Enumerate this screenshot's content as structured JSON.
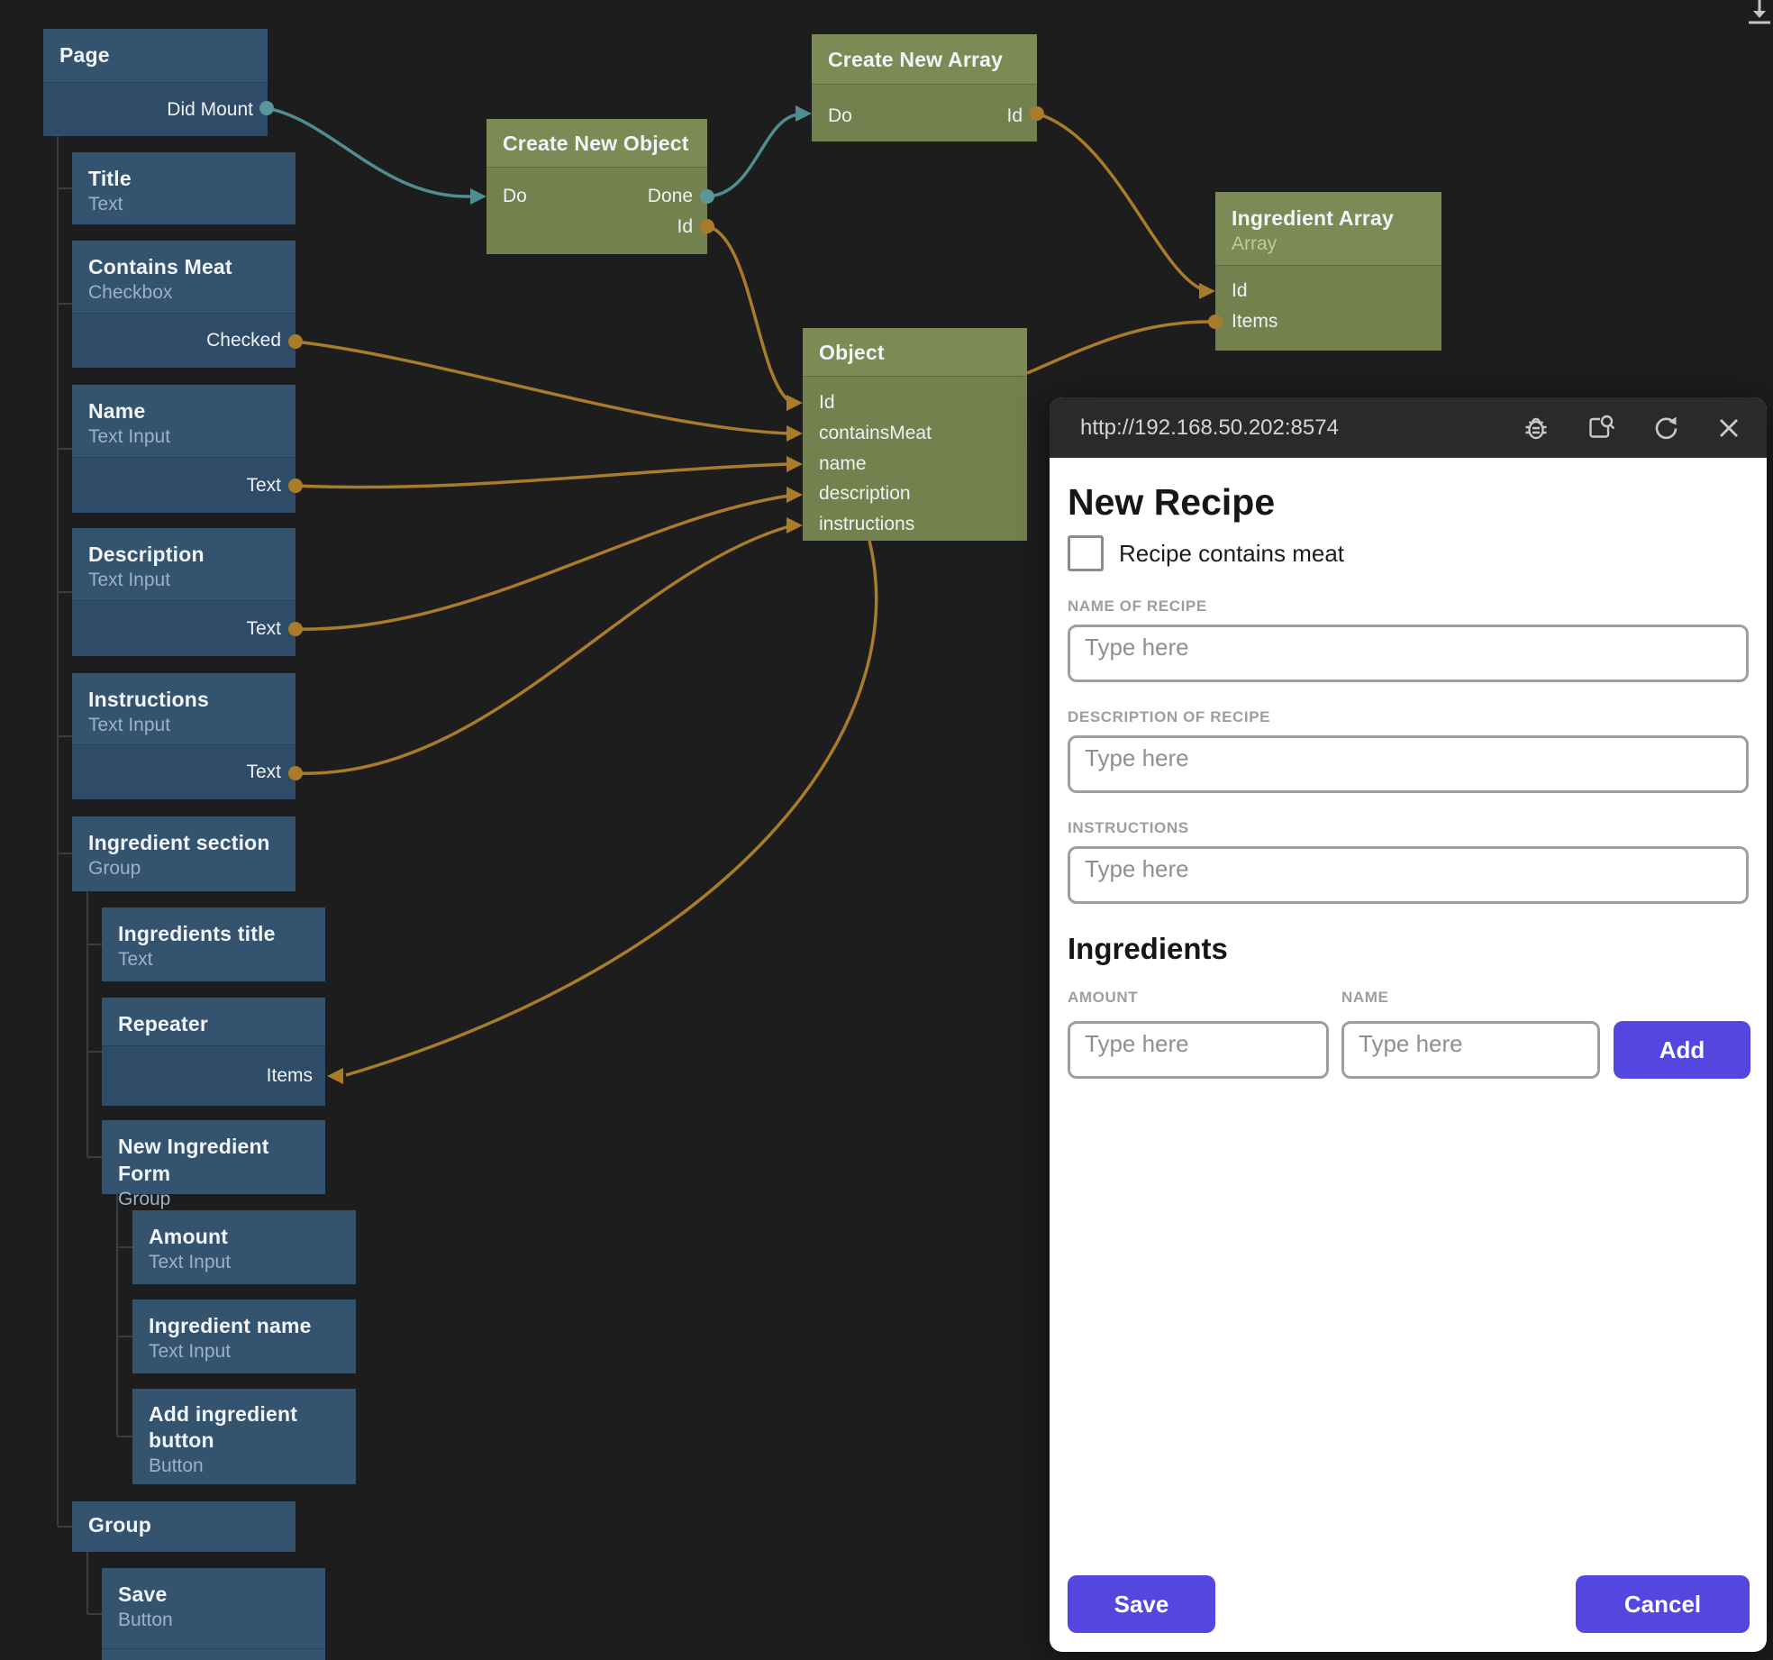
{
  "editor": {
    "screen_icon": "download-to-tray-icon",
    "colors": {
      "canvas_bg": "#1d1d1d",
      "ui_node": "#33536f",
      "logic_node": "#7c8a55",
      "wire_signal": "#4f8d90",
      "wire_data": "#a97c2b",
      "accent_purple": "#5347df"
    },
    "nodes": {
      "page": {
        "title": "Page",
        "out": "Did Mount"
      },
      "title": {
        "title": "Title",
        "subtitle": "Text"
      },
      "contains_meat": {
        "title": "Contains Meat",
        "subtitle": "Checkbox",
        "out": "Checked"
      },
      "name": {
        "title": "Name",
        "subtitle": "Text Input",
        "out": "Text"
      },
      "description": {
        "title": "Description",
        "subtitle": "Text Input",
        "out": "Text"
      },
      "instructions": {
        "title": "Instructions",
        "subtitle": "Text Input",
        "out": "Text"
      },
      "ingredient_section": {
        "title": "Ingredient section",
        "subtitle": "Group"
      },
      "ingredients_title": {
        "title": "Ingredients title",
        "subtitle": "Text"
      },
      "repeater": {
        "title": "Repeater",
        "in_items": "Items"
      },
      "new_ingredient_form": {
        "title": "New Ingredient Form",
        "subtitle": "Group"
      },
      "amount": {
        "title": "Amount",
        "subtitle": "Text Input"
      },
      "ingredient_name": {
        "title": "Ingredient name",
        "subtitle": "Text Input"
      },
      "add_ingredient_button": {
        "title": "Add ingredient button",
        "subtitle": "Button"
      },
      "group": {
        "title": "Group"
      },
      "save": {
        "title": "Save",
        "subtitle": "Button"
      },
      "create_new_object": {
        "title": "Create New Object",
        "in_do": "Do",
        "out_done": "Done",
        "out_id": "Id"
      },
      "create_new_array": {
        "title": "Create New Array",
        "in_do": "Do",
        "out_id": "Id"
      },
      "ingredient_array": {
        "title": "Ingredient Array",
        "subtitle": "Array",
        "in_id": "Id",
        "in_items": "Items"
      },
      "object": {
        "title": "Object",
        "in_id": "Id",
        "in_contains_meat": "containsMeat",
        "in_name": "name",
        "in_description": "description",
        "in_instructions": "instructions"
      }
    }
  },
  "preview": {
    "url": "http://192.168.50.202:8574",
    "toolbar_icons": [
      "bug-icon",
      "inspect-window-icon",
      "refresh-icon",
      "close-icon"
    ],
    "heading": "New Recipe",
    "checkbox_label": "Recipe contains meat",
    "checkbox_checked": false,
    "name_label": "NAME OF RECIPE",
    "description_label": "DESCRIPTION OF RECIPE",
    "instructions_label": "INSTRUCTIONS",
    "input_placeholder": "Type here",
    "ingredients_heading": "Ingredients",
    "amount_label": "AMOUNT",
    "name_col_label": "NAME",
    "add_label": "Add",
    "save_label": "Save",
    "cancel_label": "Cancel"
  }
}
